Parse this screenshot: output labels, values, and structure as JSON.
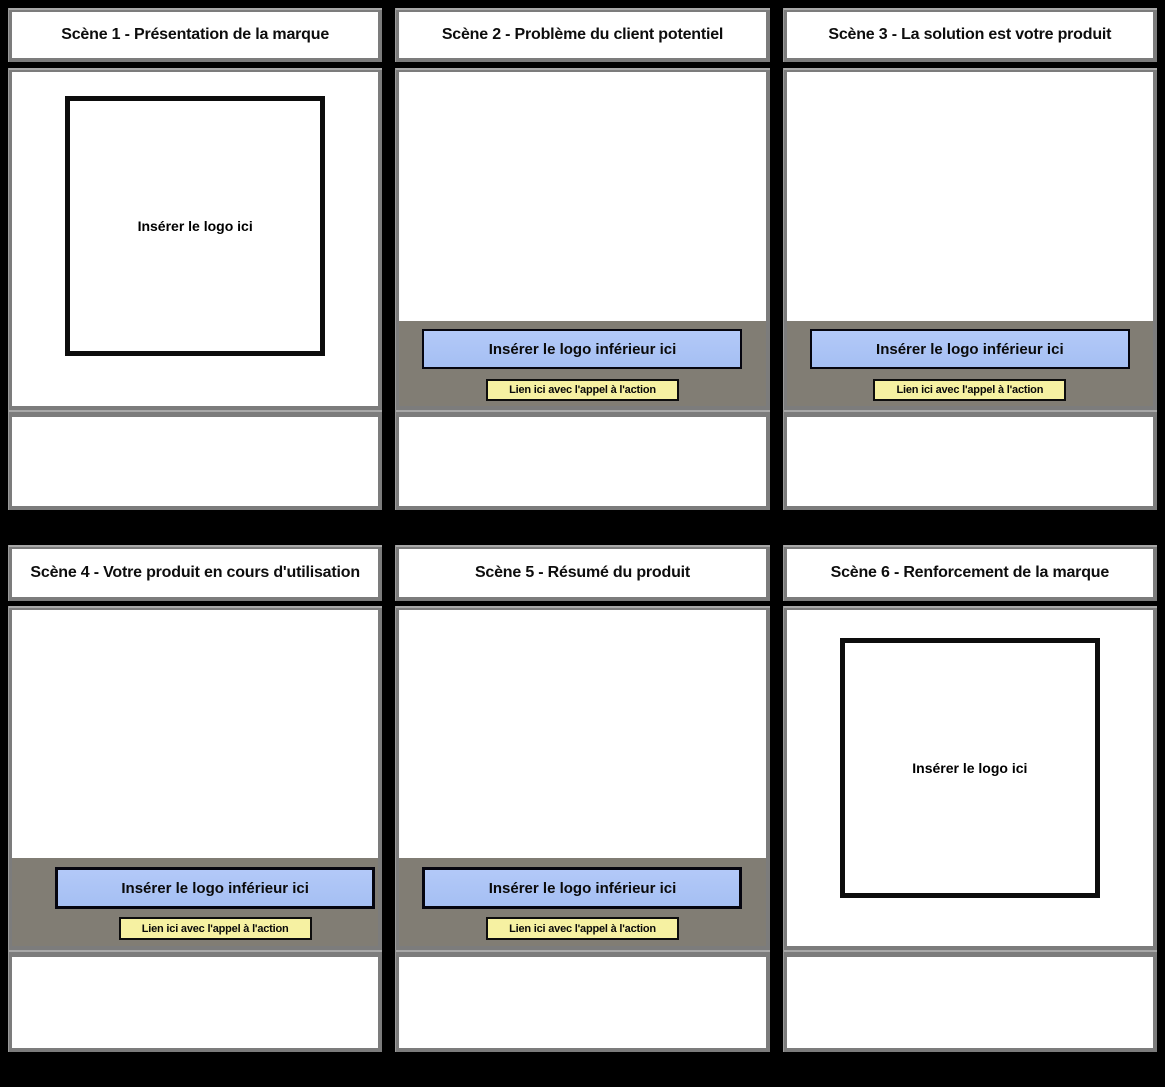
{
  "board": {
    "colors": {
      "background": "#000000",
      "frame_border": "#7c7c7c",
      "panel_bg": "#ffffff",
      "footer_bar_bg": "#817d74",
      "logo_button_bg": "#a9c2f4",
      "cta_button_bg": "#f6f1a2",
      "button_border": "#000000",
      "logo_box_border": "#0d0d0d"
    },
    "scenes": [
      {
        "title": "Scène 1 - Présentation de la marque",
        "logo_placeholder": "Insérer le logo ici",
        "description": ""
      },
      {
        "title": "Scène 2 - Problème du client potentiel",
        "footer": {
          "logo_button_label": "Insérer le logo inférieur ici",
          "cta_button_label": "Lien ici avec l'appel à l'action"
        },
        "description": ""
      },
      {
        "title": "Scène 3 - La solution est votre produit",
        "footer": {
          "logo_button_label": "Insérer le logo inférieur ici",
          "cta_button_label": "Lien ici avec l'appel à l'action"
        },
        "description": ""
      },
      {
        "title": "Scène 4 - Votre produit en cours d'utilisation",
        "footer": {
          "logo_button_label": "Insérer le logo inférieur ici",
          "cta_button_label": "Lien ici avec l'appel à l'action"
        },
        "description": ""
      },
      {
        "title": "Scène 5 - Résumé du produit",
        "footer": {
          "logo_button_label": "Insérer le logo inférieur ici",
          "cta_button_label": "Lien ici avec l'appel à l'action"
        },
        "description": ""
      },
      {
        "title": "Scène 6 - Renforcement de la marque",
        "logo_placeholder": "Insérer le logo ici",
        "description": ""
      }
    ]
  }
}
